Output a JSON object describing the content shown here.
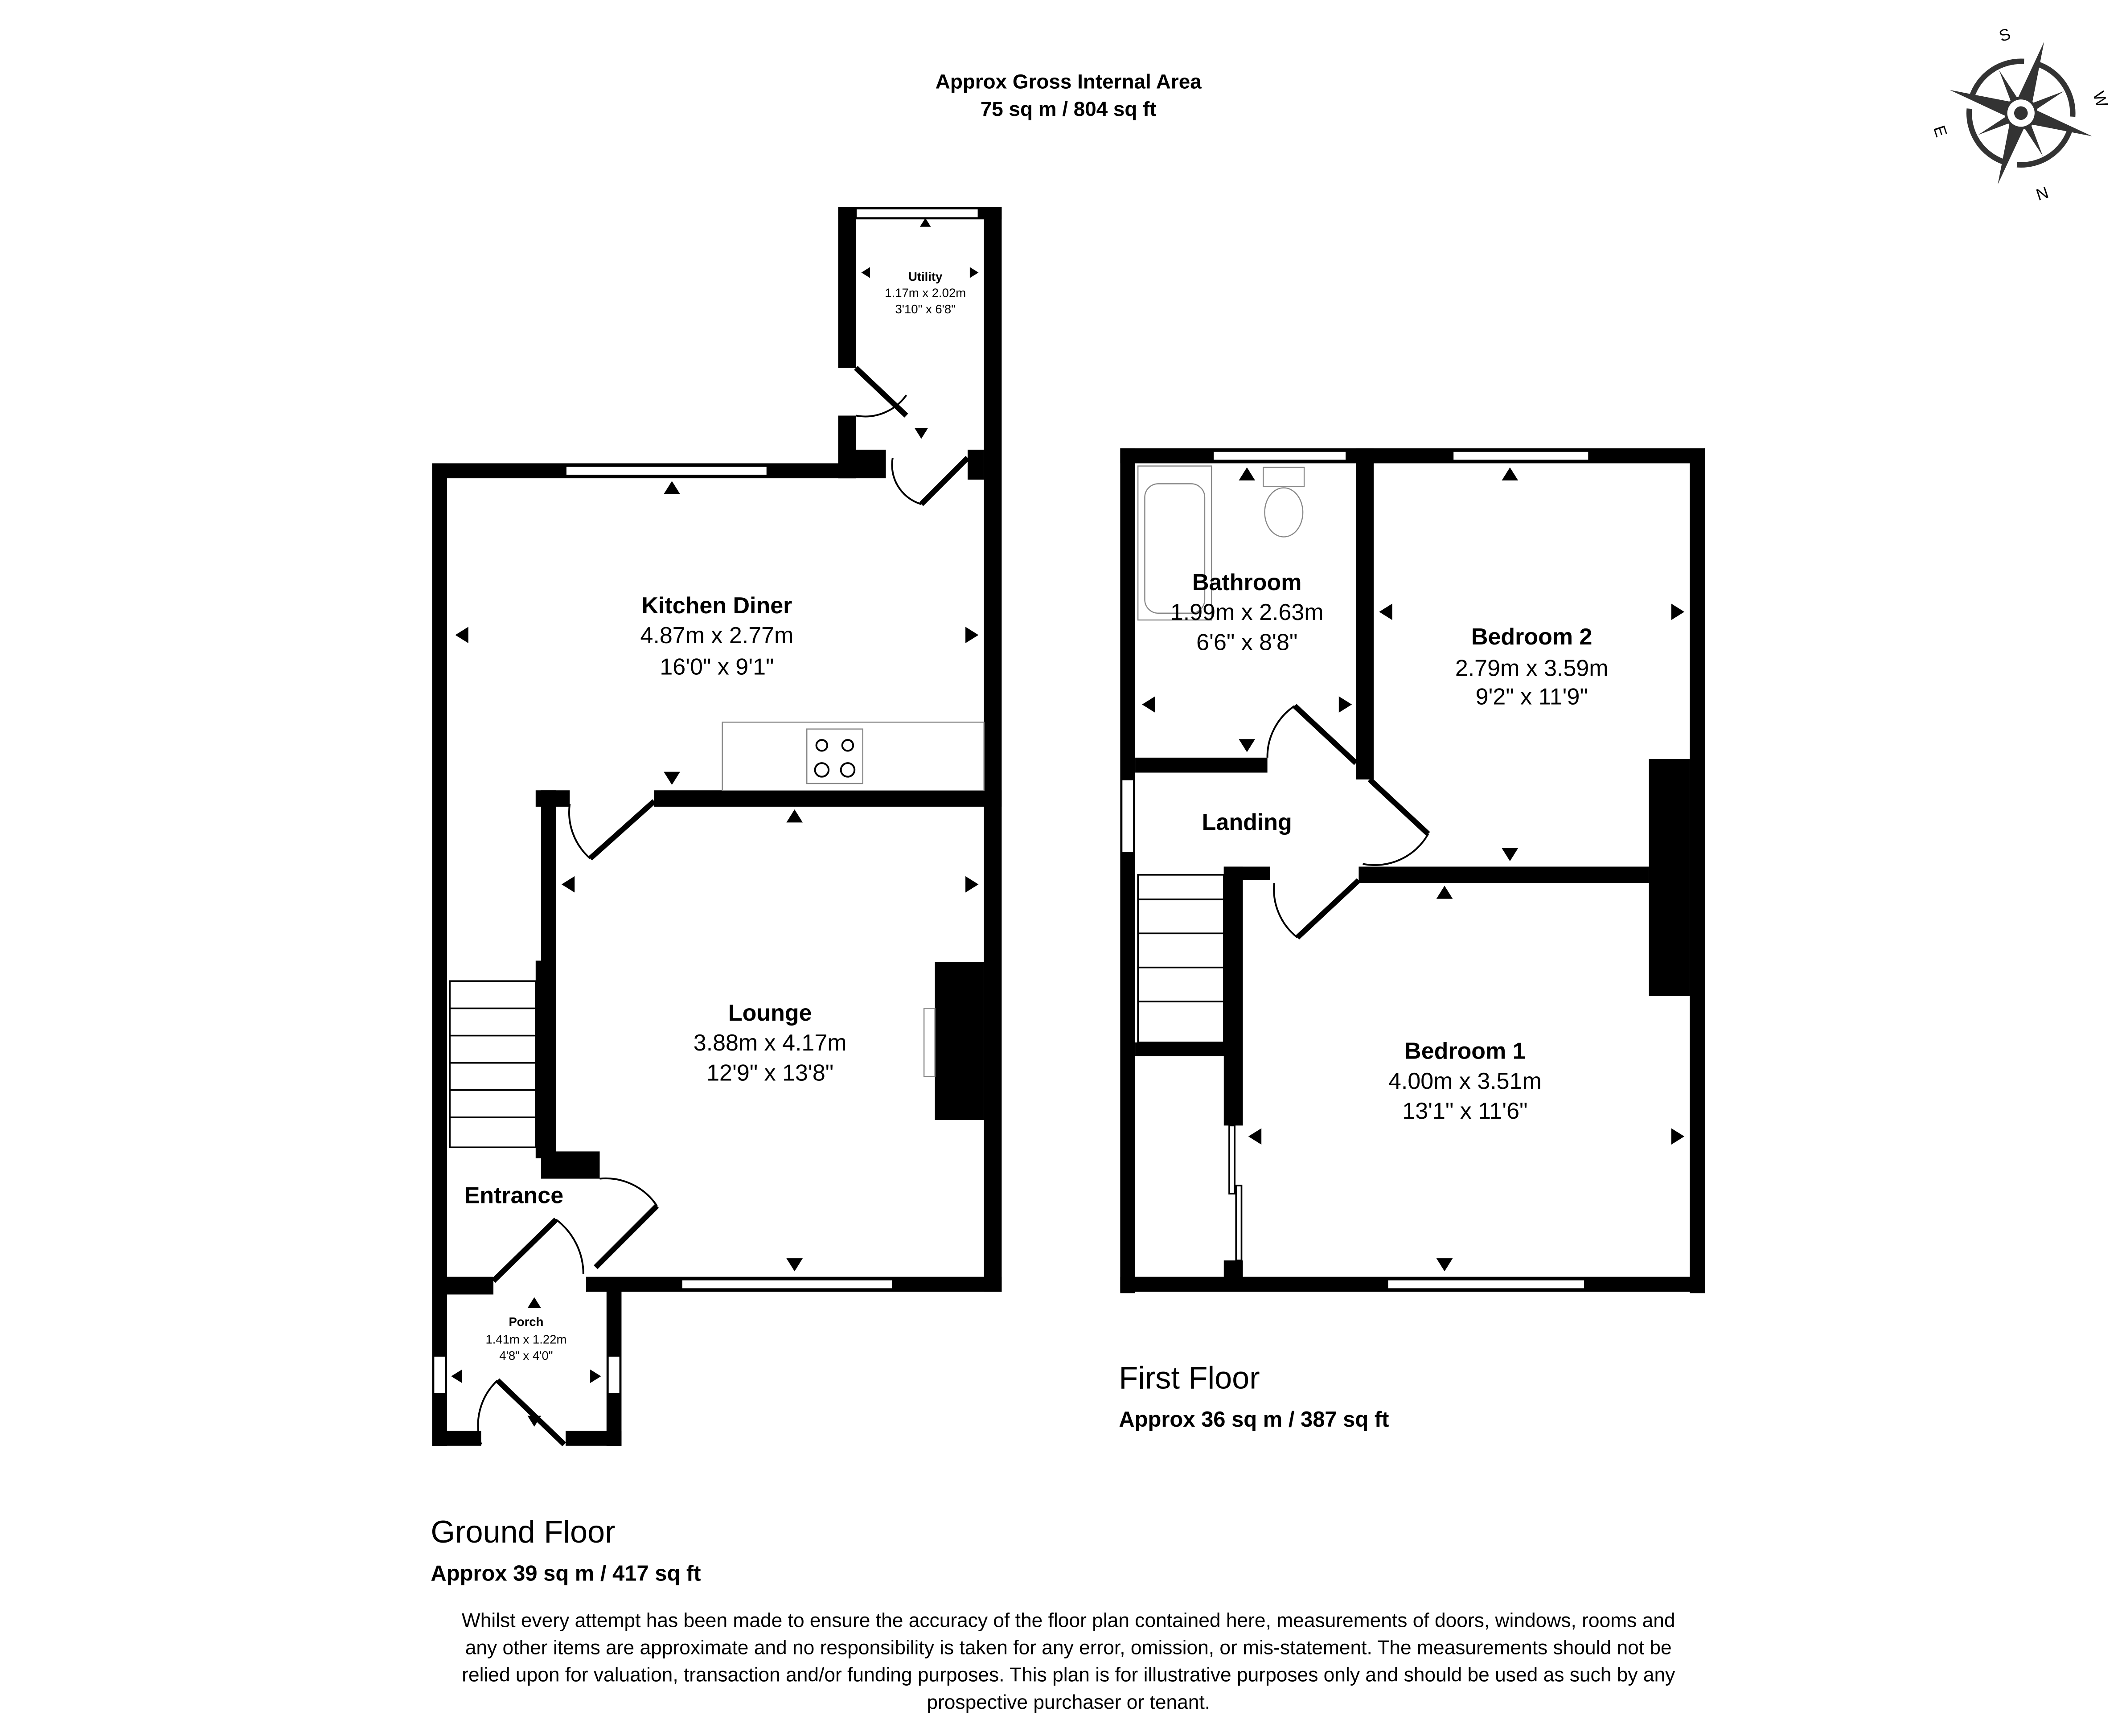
{
  "header": {
    "title": "Approx Gross Internal Area",
    "area": "75 sq m / 804 sq ft"
  },
  "compass": {
    "s": "S",
    "w": "W",
    "n": "N",
    "e": "E"
  },
  "ground_floor": {
    "label": "Ground Floor",
    "area": "Approx 39 sq m / 417 sq ft",
    "rooms": {
      "utility": {
        "name": "Utility",
        "metric": "1.17m x 2.02m",
        "imperial": "3'10\" x 6'8\""
      },
      "kitchen": {
        "name": "Kitchen Diner",
        "metric": "4.87m x 2.77m",
        "imperial": "16'0\" x 9'1\""
      },
      "lounge": {
        "name": "Lounge",
        "metric": "3.88m x 4.17m",
        "imperial": "12'9\" x 13'8\""
      },
      "entrance": {
        "name": "Entrance"
      },
      "porch": {
        "name": "Porch",
        "metric": "1.41m x 1.22m",
        "imperial": "4'8\" x 4'0\""
      }
    }
  },
  "first_floor": {
    "label": "First Floor",
    "area": "Approx 36 sq m / 387 sq ft",
    "rooms": {
      "bathroom": {
        "name": "Bathroom",
        "metric": "1.99m x 2.63m",
        "imperial": "6'6\" x 8'8\""
      },
      "bedroom2": {
        "name": "Bedroom 2",
        "metric": "2.79m x 3.59m",
        "imperial": "9'2\" x 11'9\""
      },
      "landing": {
        "name": "Landing"
      },
      "bedroom1": {
        "name": "Bedroom 1",
        "metric": "4.00m x 3.51m",
        "imperial": "13'1\" x 11'6\""
      }
    }
  },
  "disclaimer": [
    "Whilst every attempt has been made to ensure the accuracy of the floor plan contained here, measurements of doors, windows, rooms and",
    "any other items are approximate and no responsibility is taken for any error, omission, or mis-statement. The measurements should not be",
    "relied upon for valuation, transaction and/or funding purposes. This plan is for illustrative purposes only and should be used as such by any",
    "prospective purchaser or tenant."
  ]
}
